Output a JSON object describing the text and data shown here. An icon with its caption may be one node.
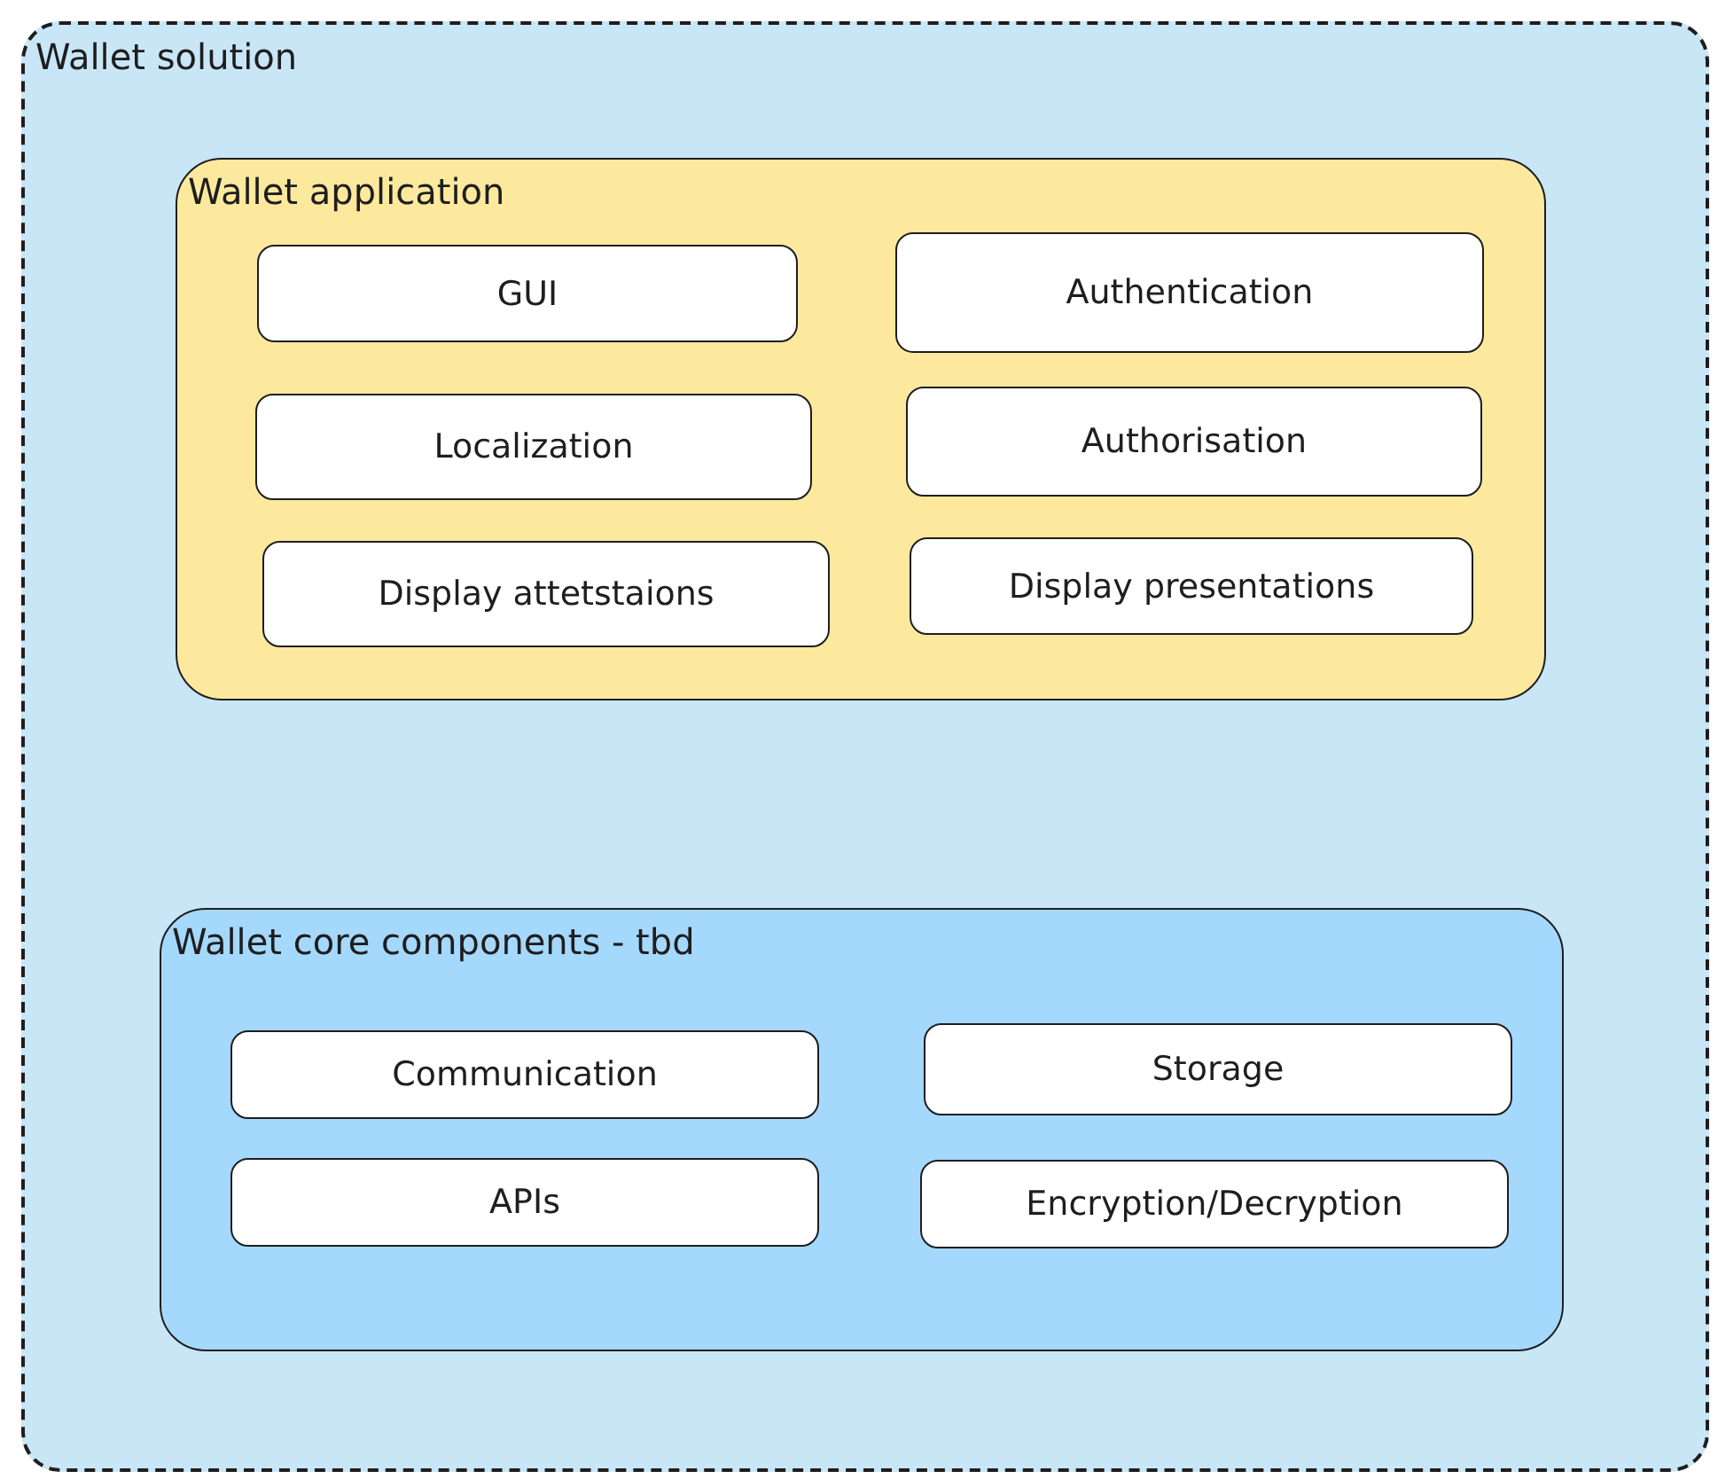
{
  "diagram": {
    "nodes": [
      {
        "text": [
          "Wallet solution"
        ]
      },
      {
        "text": [
          "Wallet application"
        ],
        "in": 0
      },
      {
        "text": [
          "GUI"
        ],
        "in": 1
      },
      {
        "text": [
          "Authentication"
        ],
        "in": 1
      },
      {
        "text": [
          "Localization"
        ],
        "in": 1
      },
      {
        "text": [
          "Authorisation"
        ],
        "in": 1
      },
      {
        "text": [
          "Display attetstaions"
        ],
        "in": 1
      },
      {
        "text": [
          "Display presentations"
        ],
        "in": 1
      },
      {
        "text": [
          "Wallet core components - tbd"
        ],
        "in": 0
      },
      {
        "text": [
          "Communication"
        ],
        "in": 8
      },
      {
        "text": [
          "Storage"
        ],
        "in": 8
      },
      {
        "text": [
          "APIs"
        ],
        "in": 8
      },
      {
        "text": [
          "Encryption/Decryption"
        ],
        "in": 8
      }
    ]
  }
}
